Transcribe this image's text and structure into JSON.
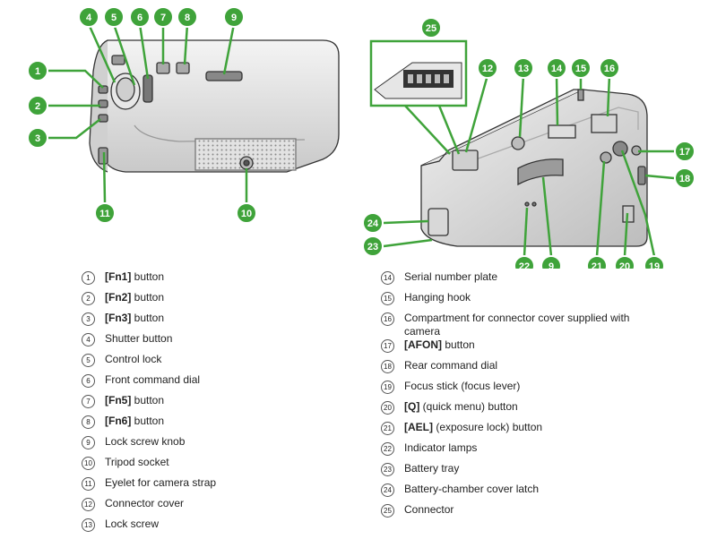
{
  "callout_numbers": [
    "1",
    "2",
    "3",
    "4",
    "5",
    "6",
    "7",
    "8",
    "9",
    "10",
    "11",
    "12",
    "13",
    "14",
    "15",
    "16",
    "17",
    "18",
    "19",
    "20",
    "21",
    "22",
    "23",
    "24",
    "25"
  ],
  "legend": {
    "left": [
      {
        "num": "1",
        "bold": "[Fn1]",
        "text": " button"
      },
      {
        "num": "2",
        "bold": "[Fn2]",
        "text": " button"
      },
      {
        "num": "3",
        "bold": "[Fn3]",
        "text": " button"
      },
      {
        "num": "4",
        "bold": "",
        "text": "Shutter button"
      },
      {
        "num": "5",
        "bold": "",
        "text": "Control lock"
      },
      {
        "num": "6",
        "bold": "",
        "text": "Front command dial"
      },
      {
        "num": "7",
        "bold": "[Fn5]",
        "text": " button"
      },
      {
        "num": "8",
        "bold": "[Fn6]",
        "text": " button"
      },
      {
        "num": "9",
        "bold": "",
        "text": "Lock screw knob"
      },
      {
        "num": "10",
        "bold": "",
        "text": "Tripod socket"
      },
      {
        "num": "11",
        "bold": "",
        "text": "Eyelet for camera strap"
      },
      {
        "num": "12",
        "bold": "",
        "text": "Connector cover"
      },
      {
        "num": "13",
        "bold": "",
        "text": "Lock screw"
      }
    ],
    "right": [
      {
        "num": "14",
        "bold": "",
        "text": "Serial number plate"
      },
      {
        "num": "15",
        "bold": "",
        "text": "Hanging hook"
      },
      {
        "num": "16",
        "bold": "",
        "text": "Compartment for connector cover supplied with camera"
      },
      {
        "num": "17",
        "bold": "[AFON]",
        "text": " button"
      },
      {
        "num": "18",
        "bold": "",
        "text": "Rear command dial"
      },
      {
        "num": "19",
        "bold": "",
        "text": "Focus stick (focus lever)"
      },
      {
        "num": "20",
        "bold": "[Q]",
        "text": " (quick menu) button"
      },
      {
        "num": "21",
        "bold": "[AEL]",
        "text": " (exposure lock) button"
      },
      {
        "num": "22",
        "bold": "",
        "text": "Indicator lamps"
      },
      {
        "num": "23",
        "bold": "",
        "text": "Battery tray"
      },
      {
        "num": "24",
        "bold": "",
        "text": "Battery-chamber cover latch"
      },
      {
        "num": "25",
        "bold": "",
        "text": "Connector"
      }
    ]
  },
  "colors": {
    "callout": "#3fa33a",
    "outline": "#333333"
  }
}
